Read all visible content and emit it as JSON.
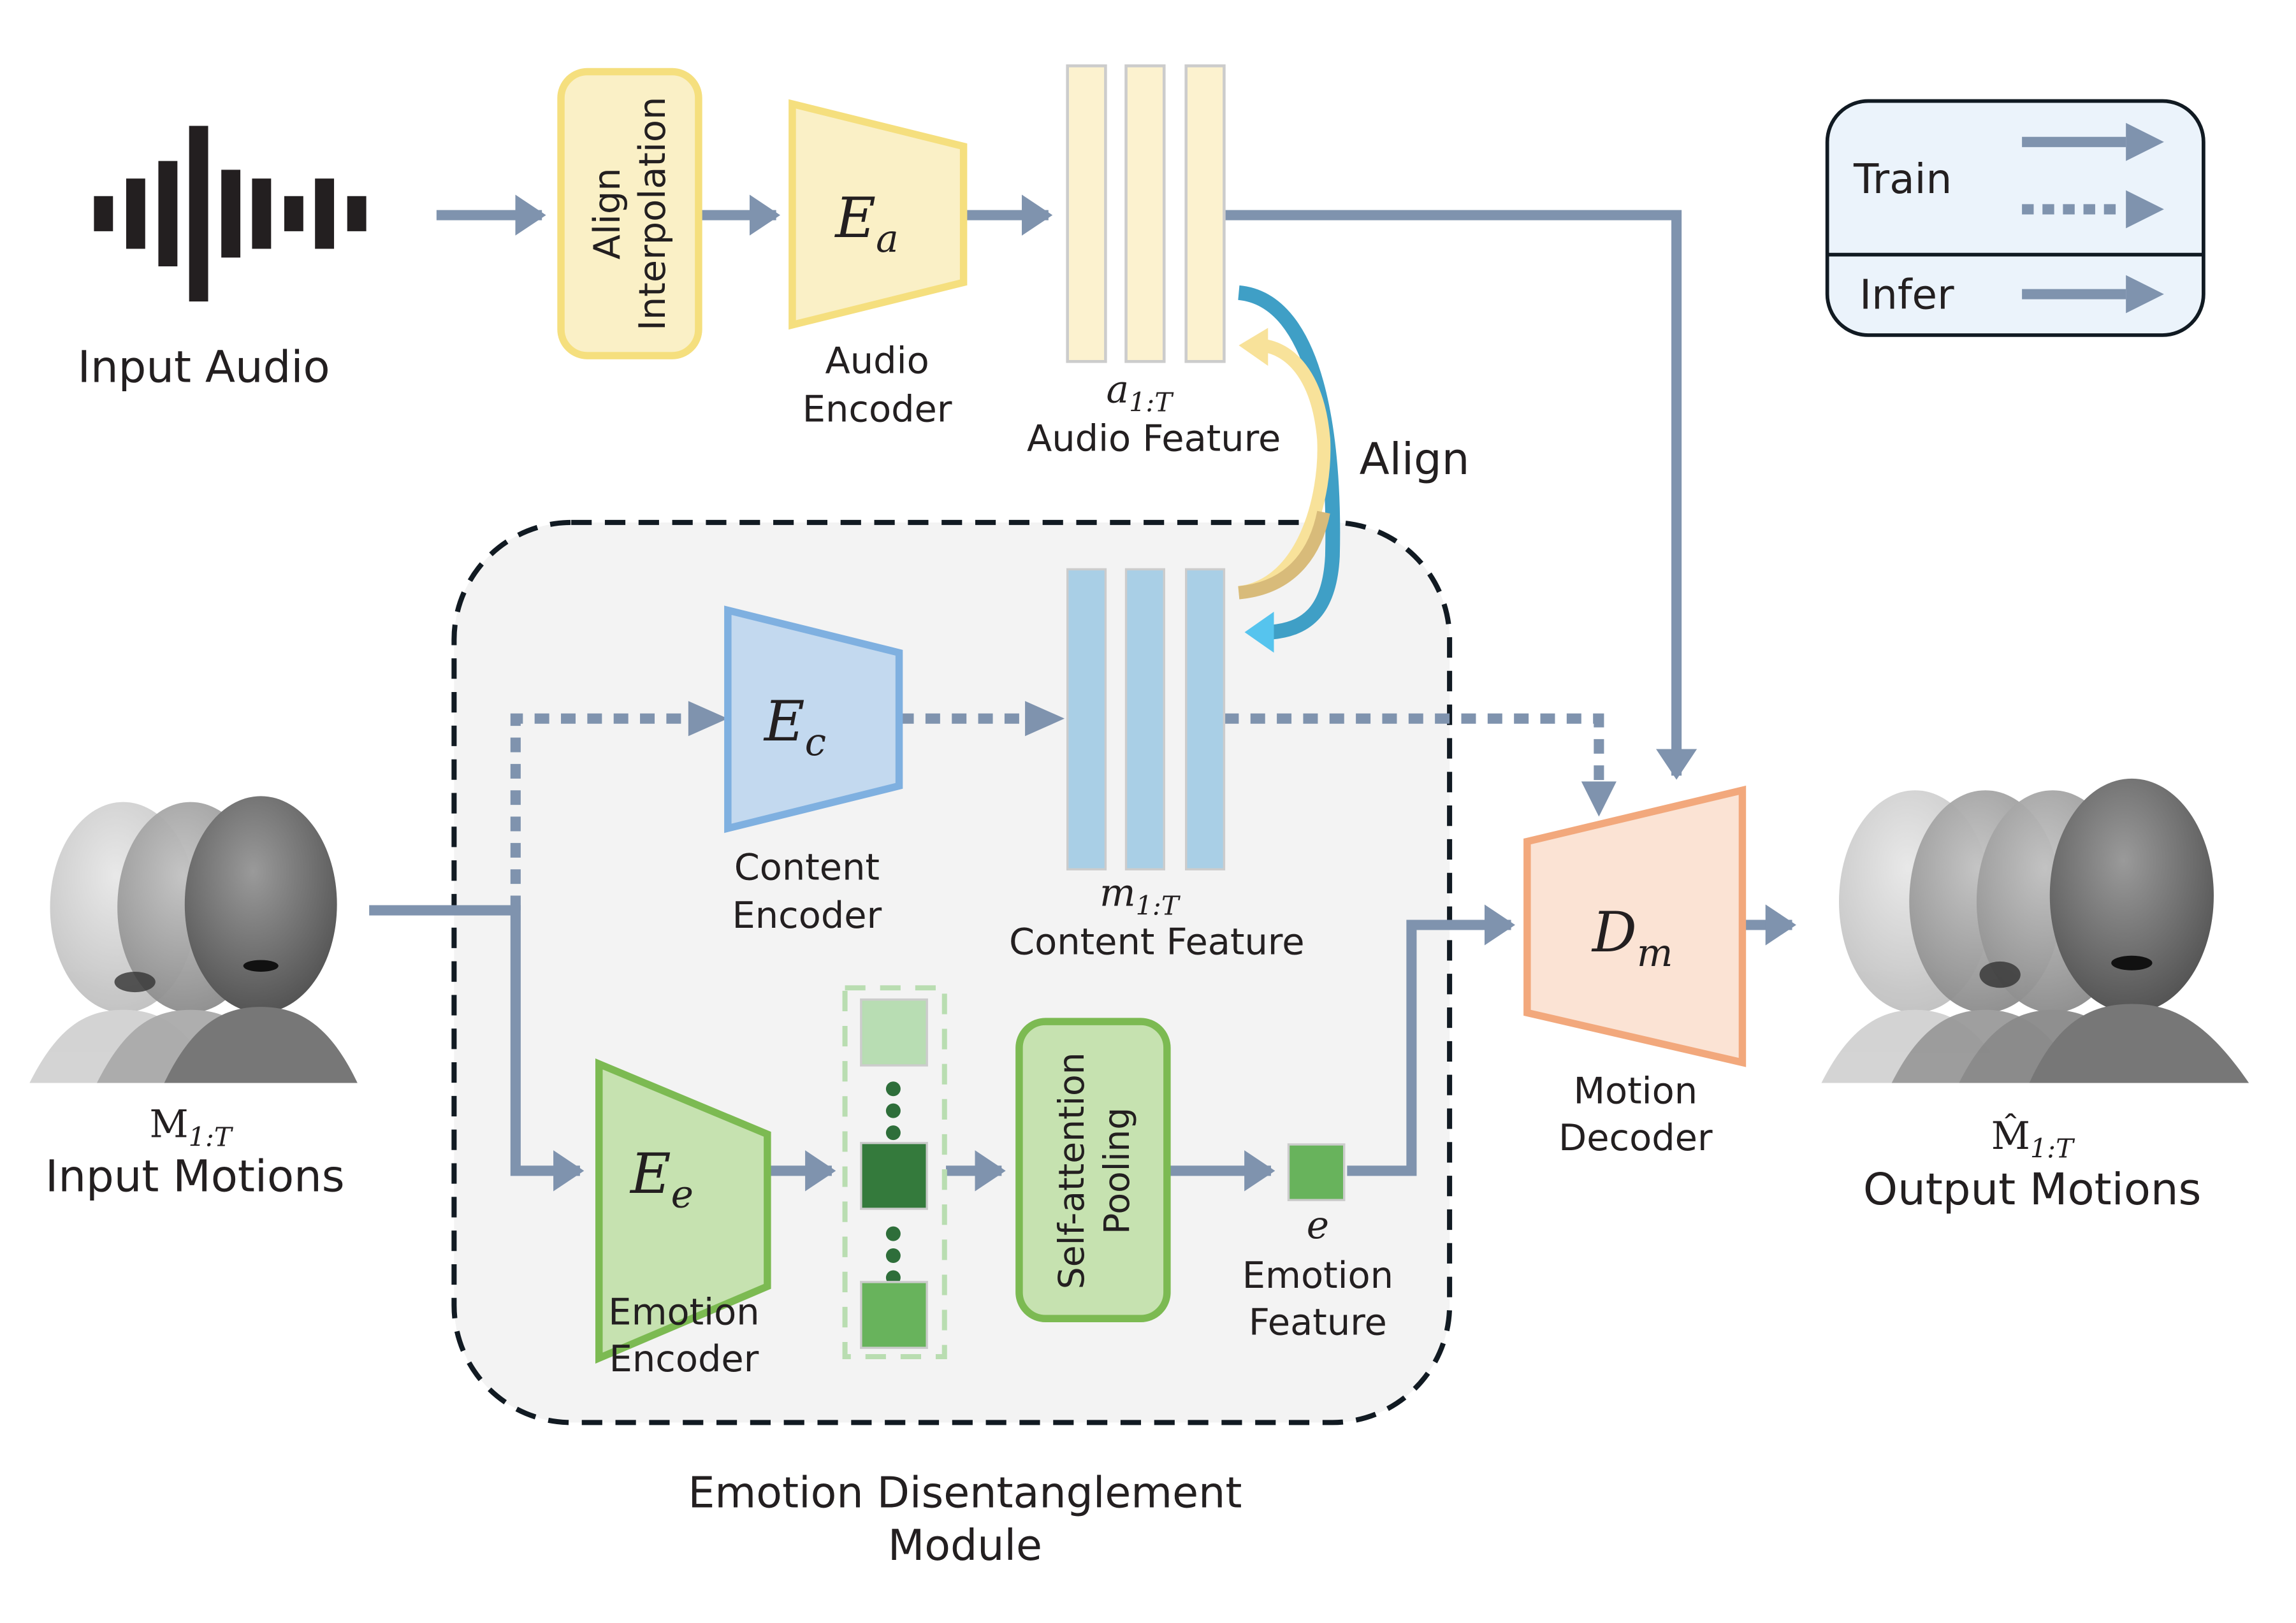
{
  "colors": {
    "arrow": "#7f93ae",
    "audio_fill": "#faf0c6",
    "audio_stroke": "#f5df7e",
    "content_fill": "#c3d9ef",
    "content_stroke": "#7fb0e0",
    "content_bar": "#a9cfe6",
    "emotion_fill": "#c6e2b0",
    "emotion_stroke": "#7cba52",
    "decoder_fill": "#fbe3d4",
    "decoder_stroke": "#f2a87c",
    "module_bg": "#f3f3f3",
    "legend_bg": "#ebf3fb"
  },
  "input_audio": {
    "label": "Input Audio"
  },
  "align_interpolation": {
    "line1": "Align",
    "line2": "Interpolation"
  },
  "audio_encoder": {
    "symbol": "E",
    "subscript": "a",
    "label1": "Audio",
    "label2": "Encoder"
  },
  "audio_feature": {
    "symbol": "a",
    "subscript": "1:T",
    "label": "Audio Feature"
  },
  "align": {
    "label": "Align"
  },
  "content_encoder": {
    "symbol": "E",
    "subscript": "c",
    "label1": "Content",
    "label2": "Encoder"
  },
  "content_feature": {
    "symbol": "m",
    "subscript": "1:T",
    "label": "Content Feature"
  },
  "emotion_encoder": {
    "symbol": "E",
    "subscript": "e",
    "label1": "Emotion",
    "label2": "Encoder"
  },
  "self_attention": {
    "line1": "Self-attention",
    "line2": "Pooling"
  },
  "emotion_feature": {
    "symbol": "e",
    "label1": "Emotion",
    "label2": "Feature"
  },
  "motion_decoder": {
    "symbol": "D",
    "subscript": "m",
    "label1": "Motion",
    "label2": "Decoder"
  },
  "input_motions": {
    "symbol": "M",
    "subscript": "1:T",
    "label": "Input Motions"
  },
  "output_motions": {
    "symbol": "M̂",
    "subscript": "1:T",
    "label": "Output Motions"
  },
  "module": {
    "line1": "Emotion Disentanglement",
    "line2": "Module"
  },
  "legend": {
    "train": "Train",
    "infer": "Infer"
  }
}
